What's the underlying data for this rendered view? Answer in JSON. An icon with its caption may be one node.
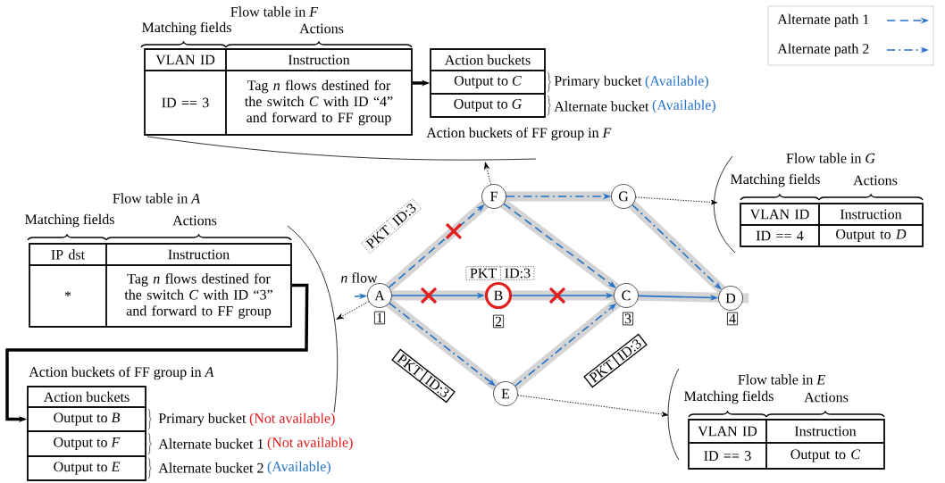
{
  "diagram": {
    "nodes": [
      {
        "text": [
          "A"
        ],
        "beside": [
          "1"
        ]
      },
      {
        "text": [
          "B"
        ],
        "beside": [
          "2"
        ]
      },
      {
        "text": [
          "C"
        ],
        "beside": [
          "3"
        ]
      },
      {
        "text": [
          "D"
        ],
        "beside": [
          "4"
        ]
      },
      {
        "text": [
          "E"
        ]
      },
      {
        "text": [
          "F"
        ]
      },
      {
        "text": [
          "G"
        ]
      },
      {
        "text": [
          "Flow table in *F*",
          "Matching fields",
          "Actions",
          "VLAN ID",
          "Instruction",
          "ID == 3",
          "Tag *n* flows destined for the switch *C* with ID “4” and forward to FF group"
        ]
      },
      {
        "text": [
          "Action buckets",
          "Output to *C*",
          "Output to *G*"
        ],
        "beside": [
          "Primary bucket",
          "(Available)",
          "Alternate bucket",
          "(Available)"
        ]
      },
      {
        "text": [
          "Flow table in *A*",
          "Matching fields",
          "Actions",
          "IP dst",
          "Instruction",
          "*",
          "Tag *n* flows destined for the switch *C* with ID “3” and forward to FF group"
        ]
      },
      {
        "text": [
          "Action buckets",
          "Output to *B*",
          "Output to *F*",
          "Output to *E*"
        ],
        "beside": [
          "Action buckets of FF group in *A*",
          "Primary bucket",
          "(Not available)",
          "Alternate bucket 1",
          "(Not available)",
          "Alternate bucket 2",
          "(Available)"
        ]
      },
      {
        "text": [
          "Flow table in *G*",
          "Matching fields",
          "Actions",
          "VLAN ID",
          "Instruction",
          "ID == 4",
          "Output to *D*"
        ]
      },
      {
        "text": [
          "Flow table in *E*",
          "Matching fields",
          "Actions",
          "VLAN ID",
          "Instruction",
          "ID == 3",
          "Output to *C*"
        ]
      },
      {
        "text": [
          "PKT",
          "ID:3"
        ]
      },
      {
        "text": [
          "PKT",
          "ID:3"
        ]
      },
      {
        "text": [
          "PKT",
          "ID:3"
        ]
      },
      {
        "text": [
          "PKT",
          "ID:3"
        ]
      }
    ],
    "edges": [
      {
        "from": 0,
        "to": 1,
        "arrow": "to"
      },
      {
        "from": 1,
        "to": 2,
        "arrow": "to"
      },
      {
        "from": 2,
        "to": 3,
        "arrow": "to"
      },
      {
        "from": 0,
        "to": 5,
        "arrow": "to",
        "style": "dashed"
      },
      {
        "from": 5,
        "to": 2,
        "arrow": "to",
        "style": "dashed"
      },
      {
        "from": 0,
        "to": 4,
        "arrow": "to",
        "style": "dashed"
      },
      {
        "from": 4,
        "to": 2,
        "arrow": "to",
        "style": "dashed"
      },
      {
        "from": 5,
        "to": 6,
        "arrow": "to",
        "style": "dashed"
      },
      {
        "from": 6,
        "to": 3,
        "arrow": "to",
        "style": "dashed"
      },
      {
        "from": null,
        "to": 0,
        "arrow": "to"
      },
      {
        "from": 0,
        "to": 9,
        "arrow": "to",
        "style": "dashed",
        "color": "#000000"
      },
      {
        "from": 5,
        "to": 7,
        "arrow": "to",
        "style": "dashed",
        "color": "#000000"
      },
      {
        "from": 6,
        "to": 11,
        "arrow": "to",
        "style": "dashed",
        "color": "#000000"
      },
      {
        "from": 4,
        "to": 12,
        "arrow": "to",
        "style": "dashed",
        "color": "#000000"
      },
      {
        "from": 9,
        "to": 10,
        "arrow": "to",
        "style": "thick",
        "color": "#000000"
      },
      {
        "from": 7,
        "to": 8,
        "arrow": "to",
        "style": "thick",
        "color": "#000000"
      }
    ],
    "labels": [
      "*n* flow",
      "Action buckets of FF group in *F*"
    ],
    "legend": [
      {
        "text": "Alternate path 1"
      },
      {
        "text": "Alternate path 2"
      }
    ]
  }
}
